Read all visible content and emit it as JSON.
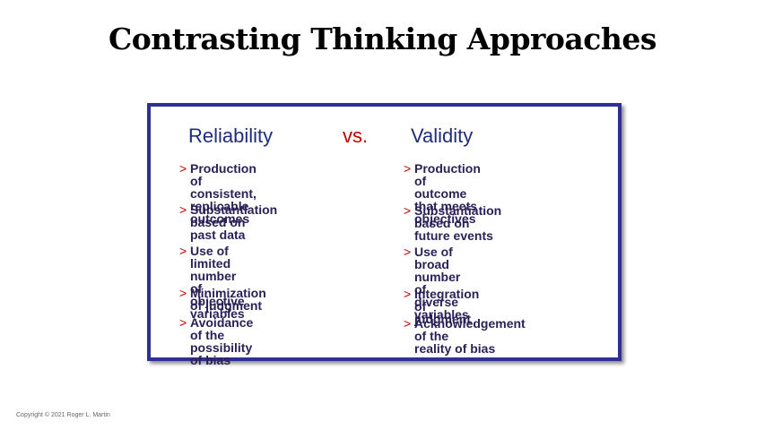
{
  "title": "Contrasting Thinking Approaches",
  "comparison": {
    "left_heading": "Reliability",
    "vs_label": "vs.",
    "right_heading": "Validity",
    "bullet_symbol": ">",
    "left_items": [
      "Production of consistent,\nreplicable outcomes",
      "Substantiation based on\npast data",
      "Use of limited number of\nobjective variables",
      "Minimization of judgment",
      "Avoidance of the\npossibility of bias"
    ],
    "right_items": [
      "Production of outcome\nthat meets objectives",
      "Substantiation based on\nfuture events",
      "Use of broad number of\ndiverse variables",
      "Integration of judgment",
      "Acknowledgement of the\nreality of bias"
    ]
  },
  "colors": {
    "frame": "#2e3192",
    "heading": "#1f2d7a",
    "accent": "#c00000",
    "item_text": "#2b2156"
  },
  "footer": {
    "copyright": "Copyright © 2021 Roger L. Martin"
  }
}
